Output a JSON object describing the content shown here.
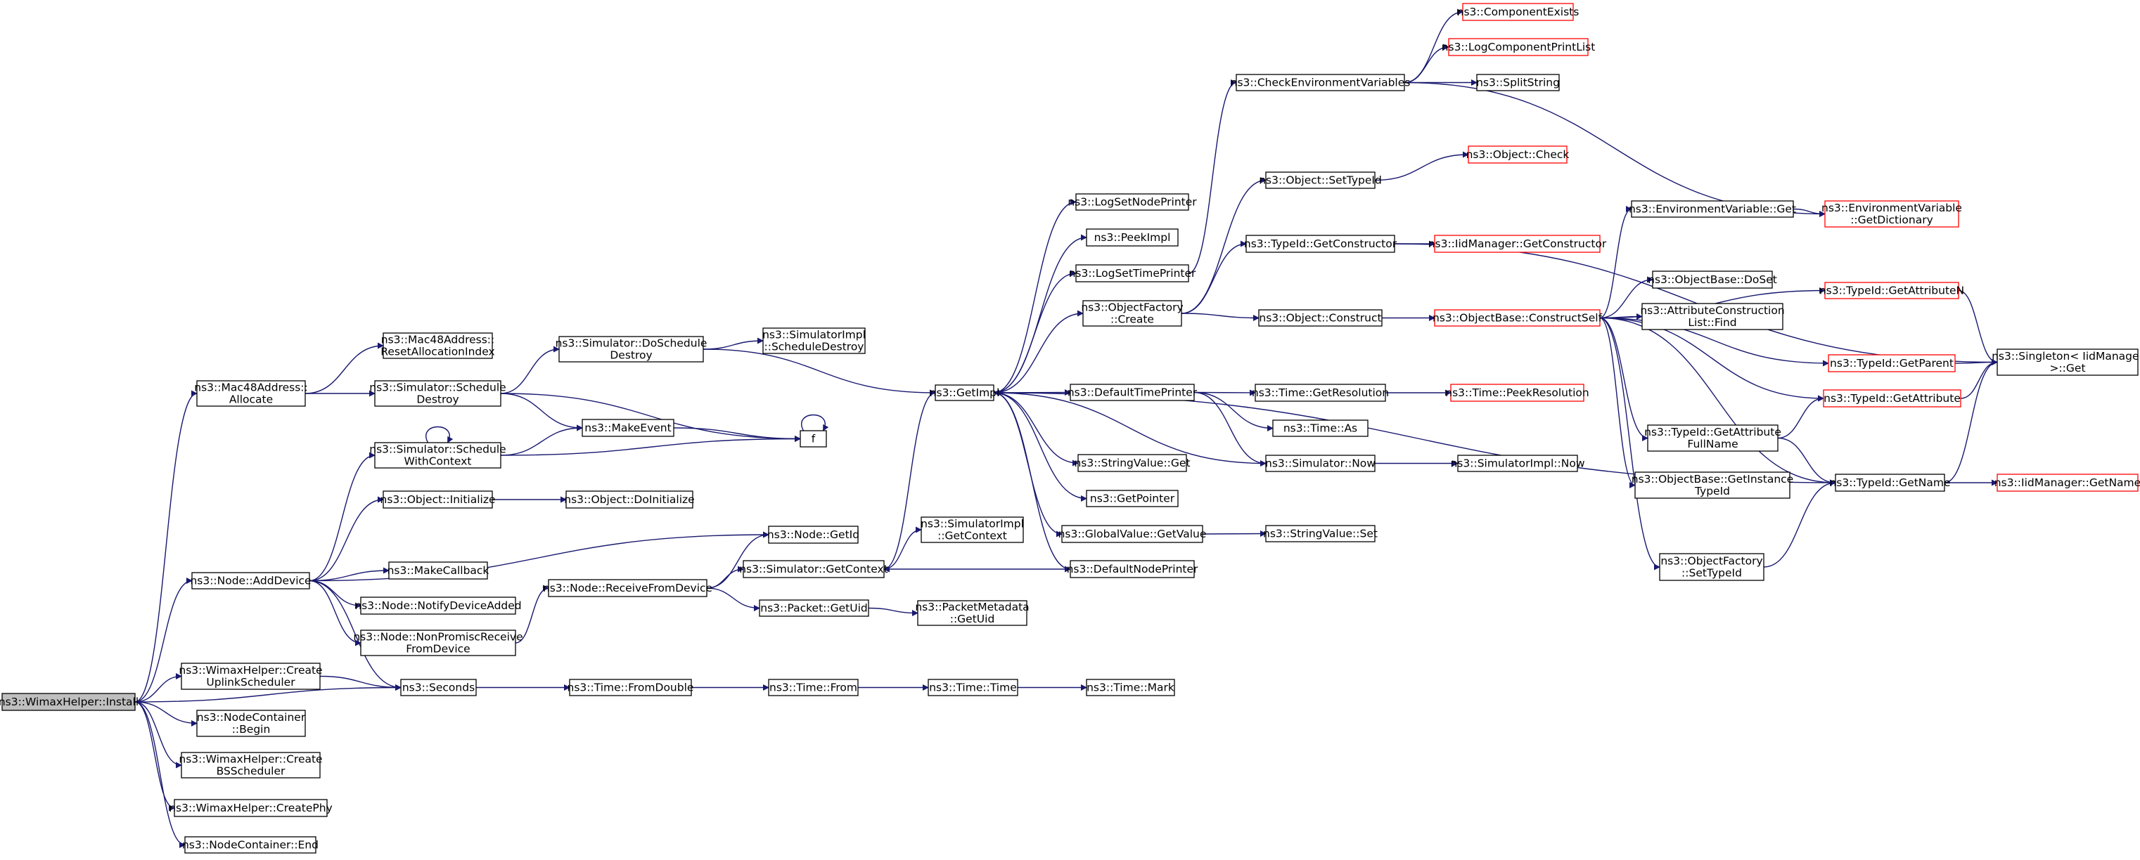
{
  "colors": {
    "edge": "#191970",
    "box_border": "#000000",
    "external_border": "#ff0000",
    "root_fill": "#bfbfbf",
    "box_fill": "#ffffff",
    "text": "#000000"
  },
  "nodes": {
    "install": {
      "lines": [
        "ns3::WimaxHelper::Install"
      ],
      "style": "root"
    },
    "mac_alloc": {
      "lines": [
        "ns3::Mac48Address::",
        "Allocate"
      ]
    },
    "mac_reset": {
      "lines": [
        "ns3::Mac48Address::",
        "ResetAllocationIndex"
      ]
    },
    "sim_sched_destroy": {
      "lines": [
        "ns3::Simulator::Schedule",
        "Destroy"
      ]
    },
    "sim_do_sched_destroy": {
      "lines": [
        "ns3::Simulator::DoSchedule",
        "Destroy"
      ]
    },
    "simimpl_sched_destroy": {
      "lines": [
        "ns3::SimulatorImpl",
        "::ScheduleDestroy"
      ]
    },
    "get_impl": {
      "lines": [
        "ns3::GetImpl"
      ]
    },
    "make_event": {
      "lines": [
        "ns3::MakeEvent"
      ]
    },
    "f": {
      "lines": [
        "f"
      ]
    },
    "sim_sched_ctx": {
      "lines": [
        "ns3::Simulator::Schedule",
        "WithContext"
      ]
    },
    "obj_init": {
      "lines": [
        "ns3::Object::Initialize"
      ]
    },
    "obj_doinit": {
      "lines": [
        "ns3::Object::DoInitialize"
      ]
    },
    "node_add_device": {
      "lines": [
        "ns3::Node::AddDevice"
      ]
    },
    "node_get_id": {
      "lines": [
        "ns3::Node::GetId"
      ]
    },
    "make_callback": {
      "lines": [
        "ns3::MakeCallback"
      ]
    },
    "node_notify": {
      "lines": [
        "ns3::Node::NotifyDeviceAdded"
      ]
    },
    "node_nonpromisc": {
      "lines": [
        "ns3::Node::NonPromiscReceive",
        "FromDevice"
      ]
    },
    "node_recv": {
      "lines": [
        "ns3::Node::ReceiveFromDevice"
      ]
    },
    "sim_get_ctx": {
      "lines": [
        "ns3::Simulator::GetContext"
      ]
    },
    "simimpl_get_ctx": {
      "lines": [
        "ns3::SimulatorImpl",
        "::GetContext"
      ]
    },
    "pkt_get_uid": {
      "lines": [
        "ns3::Packet::GetUid"
      ]
    },
    "pktmeta_get_uid": {
      "lines": [
        "ns3::PacketMetadata",
        "::GetUid"
      ]
    },
    "wimax_uplink": {
      "lines": [
        "ns3::WimaxHelper::Create",
        "UplinkScheduler"
      ]
    },
    "seconds": {
      "lines": [
        "ns3::Seconds"
      ]
    },
    "time_fromdouble": {
      "lines": [
        "ns3::Time::FromDouble"
      ]
    },
    "time_from": {
      "lines": [
        "ns3::Time::From"
      ]
    },
    "time_time": {
      "lines": [
        "ns3::Time::Time"
      ]
    },
    "time_mark": {
      "lines": [
        "ns3::Time::Mark"
      ]
    },
    "nc_begin": {
      "lines": [
        "ns3::NodeContainer",
        "::Begin"
      ]
    },
    "wimax_bs": {
      "lines": [
        "ns3::WimaxHelper::Create",
        "BSScheduler"
      ]
    },
    "wimax_phy": {
      "lines": [
        "ns3::WimaxHelper::CreatePhy"
      ]
    },
    "nc_end": {
      "lines": [
        "ns3::NodeContainer::End"
      ]
    },
    "log_node_printer": {
      "lines": [
        "ns3::LogSetNodePrinter"
      ]
    },
    "peek_impl": {
      "lines": [
        "ns3::PeekImpl"
      ]
    },
    "log_time_printer": {
      "lines": [
        "ns3::LogSetTimePrinter"
      ]
    },
    "objfactory_create": {
      "lines": [
        "ns3::ObjectFactory",
        "::Create"
      ]
    },
    "default_time_printer": {
      "lines": [
        "ns3::DefaultTimePrinter"
      ]
    },
    "stringvalue_get": {
      "lines": [
        "ns3::StringValue::Get"
      ]
    },
    "get_pointer": {
      "lines": [
        "ns3::GetPointer"
      ]
    },
    "globalvalue_getvalue": {
      "lines": [
        "ns3::GlobalValue::GetValue"
      ]
    },
    "default_node_printer": {
      "lines": [
        "ns3::DefaultNodePrinter"
      ]
    },
    "check_env": {
      "lines": [
        "ns3::CheckEnvironmentVariables"
      ]
    },
    "component_exists": {
      "lines": [
        "ns3::ComponentExists"
      ],
      "style": "external"
    },
    "log_comp_print": {
      "lines": [
        "ns3::LogComponentPrintList"
      ],
      "style": "external"
    },
    "split_string": {
      "lines": [
        "ns3::SplitString"
      ]
    },
    "obj_set_typeid": {
      "lines": [
        "ns3::Object::SetTypeId"
      ]
    },
    "obj_check": {
      "lines": [
        "ns3::Object::Check"
      ],
      "style": "external"
    },
    "typeid_get_ctor": {
      "lines": [
        "ns3::TypeId::GetConstructor"
      ]
    },
    "iidmgr_get_ctor": {
      "lines": [
        "ns3::IidManager::GetConstructor"
      ],
      "style": "external"
    },
    "obj_construct": {
      "lines": [
        "ns3::Object::Construct"
      ]
    },
    "objbase_construct_self": {
      "lines": [
        "ns3::ObjectBase::ConstructSelf"
      ],
      "style": "external"
    },
    "time_get_res": {
      "lines": [
        "ns3::Time::GetResolution"
      ]
    },
    "time_peek_res": {
      "lines": [
        "ns3::Time::PeekResolution"
      ],
      "style": "external"
    },
    "time_as": {
      "lines": [
        "ns3::Time::As"
      ]
    },
    "sim_now": {
      "lines": [
        "ns3::Simulator::Now"
      ]
    },
    "simimpl_now": {
      "lines": [
        "ns3::SimulatorImpl::Now"
      ]
    },
    "stringvalue_set": {
      "lines": [
        "ns3::StringValue::Set"
      ]
    },
    "envvar_get": {
      "lines": [
        "ns3::EnvironmentVariable::Get"
      ]
    },
    "envvar_getdict": {
      "lines": [
        "ns3::EnvironmentVariable",
        "::GetDictionary"
      ],
      "style": "external"
    },
    "objbase_doset": {
      "lines": [
        "ns3::ObjectBase::DoSet"
      ]
    },
    "attr_construct_find": {
      "lines": [
        "ns3::AttributeConstruction",
        "List::Find"
      ]
    },
    "typeid_get_attrn": {
      "lines": [
        "ns3::TypeId::GetAttributeN"
      ],
      "style": "external"
    },
    "typeid_get_parent": {
      "lines": [
        "ns3::TypeId::GetParent"
      ],
      "style": "external"
    },
    "typeid_get_attr": {
      "lines": [
        "ns3::TypeId::GetAttribute"
      ],
      "style": "external"
    },
    "typeid_get_attr_fullname": {
      "lines": [
        "ns3::TypeId::GetAttribute",
        "FullName"
      ]
    },
    "objbase_get_instance": {
      "lines": [
        "ns3::ObjectBase::GetInstance",
        "TypeId"
      ]
    },
    "objfactory_set_typeid": {
      "lines": [
        "ns3::ObjectFactory",
        "::SetTypeId"
      ]
    },
    "typeid_get_name": {
      "lines": [
        "ns3::TypeId::GetName"
      ]
    },
    "iidmgr_get_name": {
      "lines": [
        "ns3::IidManager::GetName"
      ],
      "style": "external"
    },
    "singleton_get": {
      "lines": [
        "ns3::Singleton< IidManager",
        ">::Get"
      ]
    }
  },
  "edges": [
    [
      "install",
      "mac_alloc"
    ],
    [
      "install",
      "node_add_device"
    ],
    [
      "install",
      "seconds"
    ],
    [
      "install",
      "wimax_uplink"
    ],
    [
      "install",
      "nc_begin"
    ],
    [
      "install",
      "wimax_bs"
    ],
    [
      "install",
      "wimax_phy"
    ],
    [
      "install",
      "nc_end"
    ],
    [
      "mac_alloc",
      "mac_reset"
    ],
    [
      "mac_alloc",
      "sim_sched_destroy"
    ],
    [
      "sim_sched_destroy",
      "sim_do_sched_destroy"
    ],
    [
      "sim_sched_destroy",
      "make_event"
    ],
    [
      "sim_sched_destroy",
      "f"
    ],
    [
      "sim_do_sched_destroy",
      "simimpl_sched_destroy"
    ],
    [
      "sim_do_sched_destroy",
      "get_impl"
    ],
    [
      "make_event",
      "f"
    ],
    [
      "f",
      "f"
    ],
    [
      "sim_sched_ctx",
      "sim_sched_ctx"
    ],
    [
      "sim_sched_ctx",
      "make_event"
    ],
    [
      "sim_sched_ctx",
      "f"
    ],
    [
      "node_add_device",
      "sim_sched_ctx"
    ],
    [
      "node_add_device",
      "obj_init"
    ],
    [
      "node_add_device",
      "node_get_id"
    ],
    [
      "node_add_device",
      "make_callback"
    ],
    [
      "node_add_device",
      "node_notify"
    ],
    [
      "node_add_device",
      "node_nonpromisc"
    ],
    [
      "node_add_device",
      "seconds"
    ],
    [
      "obj_init",
      "obj_doinit"
    ],
    [
      "node_nonpromisc",
      "node_recv"
    ],
    [
      "node_recv",
      "node_get_id"
    ],
    [
      "node_recv",
      "sim_get_ctx"
    ],
    [
      "node_recv",
      "pkt_get_uid"
    ],
    [
      "sim_get_ctx",
      "simimpl_get_ctx"
    ],
    [
      "sim_get_ctx",
      "get_impl"
    ],
    [
      "pkt_get_uid",
      "pktmeta_get_uid"
    ],
    [
      "wimax_uplink",
      "seconds"
    ],
    [
      "seconds",
      "time_fromdouble"
    ],
    [
      "time_fromdouble",
      "time_from"
    ],
    [
      "time_from",
      "time_time"
    ],
    [
      "time_time",
      "time_mark"
    ],
    [
      "get_impl",
      "log_node_printer"
    ],
    [
      "get_impl",
      "peek_impl"
    ],
    [
      "get_impl",
      "log_time_printer"
    ],
    [
      "get_impl",
      "objfactory_create"
    ],
    [
      "get_impl",
      "default_time_printer"
    ],
    [
      "get_impl",
      "stringvalue_get"
    ],
    [
      "get_impl",
      "get_pointer"
    ],
    [
      "get_impl",
      "globalvalue_getvalue"
    ],
    [
      "get_impl",
      "default_node_printer"
    ],
    [
      "get_impl",
      "typeid_get_name"
    ],
    [
      "log_time_printer",
      "check_env"
    ],
    [
      "check_env",
      "component_exists"
    ],
    [
      "check_env",
      "log_comp_print"
    ],
    [
      "check_env",
      "split_string"
    ],
    [
      "check_env",
      "envvar_getdict"
    ],
    [
      "objfactory_create",
      "obj_set_typeid"
    ],
    [
      "objfactory_create",
      "typeid_get_ctor"
    ],
    [
      "objfactory_create",
      "obj_construct"
    ],
    [
      "obj_set_typeid",
      "obj_check"
    ],
    [
      "typeid_get_ctor",
      "iidmgr_get_ctor"
    ],
    [
      "typeid_get_ctor",
      "singleton_get"
    ],
    [
      "obj_construct",
      "objbase_construct_self"
    ],
    [
      "default_time_printer",
      "time_get_res"
    ],
    [
      "default_time_printer",
      "time_as"
    ],
    [
      "default_time_printer",
      "sim_now"
    ],
    [
      "time_get_res",
      "time_peek_res"
    ],
    [
      "sim_now",
      "simimpl_now"
    ],
    [
      "sim_now",
      "get_impl"
    ],
    [
      "globalvalue_getvalue",
      "stringvalue_set"
    ],
    [
      "default_node_printer",
      "sim_get_ctx"
    ],
    [
      "objbase_construct_self",
      "envvar_get"
    ],
    [
      "objbase_construct_self",
      "objbase_doset"
    ],
    [
      "objbase_construct_self",
      "attr_construct_find"
    ],
    [
      "objbase_construct_self",
      "typeid_get_attrn"
    ],
    [
      "objbase_construct_self",
      "typeid_get_parent"
    ],
    [
      "objbase_construct_self",
      "typeid_get_attr"
    ],
    [
      "objbase_construct_self",
      "typeid_get_attr_fullname"
    ],
    [
      "objbase_construct_self",
      "objbase_get_instance"
    ],
    [
      "objbase_construct_self",
      "objfactory_set_typeid"
    ],
    [
      "objbase_construct_self",
      "typeid_get_name"
    ],
    [
      "envvar_get",
      "envvar_getdict"
    ],
    [
      "typeid_get_attrn",
      "singleton_get"
    ],
    [
      "typeid_get_parent",
      "singleton_get"
    ],
    [
      "typeid_get_attr",
      "singleton_get"
    ],
    [
      "typeid_get_attr_fullname",
      "typeid_get_attr"
    ],
    [
      "typeid_get_attr_fullname",
      "typeid_get_name"
    ],
    [
      "objfactory_set_typeid",
      "typeid_get_name"
    ],
    [
      "typeid_get_name",
      "iidmgr_get_name"
    ],
    [
      "typeid_get_name",
      "singleton_get"
    ]
  ]
}
